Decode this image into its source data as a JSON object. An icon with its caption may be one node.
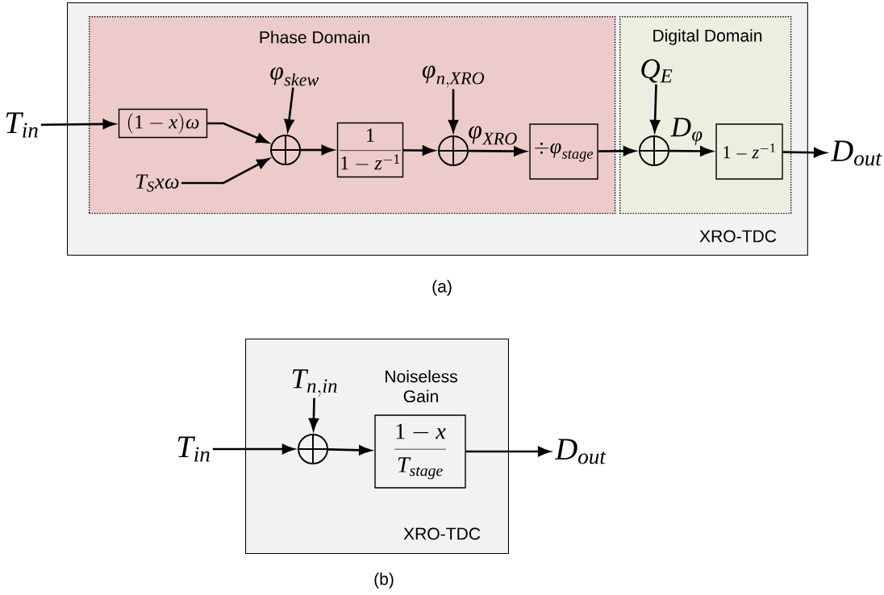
{
  "diagram": {
    "nodes": [
      {
        "text": [
          "XRO-TDC"
        ]
      },
      {
        "text": [
          "Phase Domain"
        ],
        "in": 0
      },
      {
        "text": [
          "Digital Domain"
        ],
        "in": 0
      },
      {
        "text": [
          "T_{in}"
        ]
      },
      {
        "text": [
          "(1-x)\\omega"
        ],
        "in": 1
      },
      {
        "text": [
          "T_S x\\omega"
        ],
        "in": 1
      },
      {
        "text": [
          "\\phi_{skew}"
        ],
        "in": 1
      },
      {
        "text": [],
        "shape": "circle",
        "in": 1
      },
      {
        "text": [
          "\\frac{1}{1-z^{-1}}"
        ],
        "in": 1
      },
      {
        "text": [
          "\\phi_{n,XRO}"
        ],
        "in": 1
      },
      {
        "text": [],
        "shape": "circle",
        "in": 1
      },
      {
        "text": [
          "\\div\\phi_{stage}"
        ],
        "in": 1
      },
      {
        "text": [
          "Q_E"
        ],
        "in": 2
      },
      {
        "text": [],
        "shape": "circle",
        "in": 2
      },
      {
        "text": [
          "1-z^{-1}"
        ],
        "in": 2
      },
      {
        "text": [
          "D_{out}"
        ]
      },
      {
        "text": [
          "XRO-TDC"
        ]
      },
      {
        "text": [
          "T_{in}"
        ]
      },
      {
        "text": [
          "T_{n,in}"
        ],
        "in": 16
      },
      {
        "text": [],
        "shape": "circle",
        "in": 16
      },
      {
        "text": [
          "Noiseless Gain",
          "\\frac{1-x}{T_{stage}}"
        ],
        "in": 16
      },
      {
        "text": [
          "D_{out}"
        ]
      }
    ],
    "edges": [
      {
        "from": 3,
        "to": 4,
        "arrow": "to"
      },
      {
        "from": 4,
        "to": 7,
        "arrow": "to"
      },
      {
        "from": 5,
        "to": 7,
        "arrow": "to"
      },
      {
        "from": 6,
        "to": 7,
        "arrow": "to"
      },
      {
        "from": 7,
        "to": 8,
        "arrow": "to"
      },
      {
        "from": 8,
        "to": 10,
        "arrow": "to"
      },
      {
        "from": 9,
        "to": 10,
        "arrow": "to"
      },
      {
        "from": 10,
        "to": 11,
        "arrow": "to",
        "label": "\\phi_{XRO}"
      },
      {
        "from": 11,
        "to": 13,
        "arrow": "to"
      },
      {
        "from": 12,
        "to": 13,
        "arrow": "to"
      },
      {
        "from": 13,
        "to": 14,
        "arrow": "to",
        "label": "D_\\phi"
      },
      {
        "from": 14,
        "to": 15,
        "arrow": "to"
      },
      {
        "from": 17,
        "to": 19,
        "arrow": "to"
      },
      {
        "from": 18,
        "to": 19,
        "arrow": "to"
      },
      {
        "from": 19,
        "to": 20,
        "arrow": "to"
      },
      {
        "from": 20,
        "to": 21,
        "arrow": "to"
      }
    ],
    "labels": [
      "(a)",
      "(b)"
    ]
  }
}
